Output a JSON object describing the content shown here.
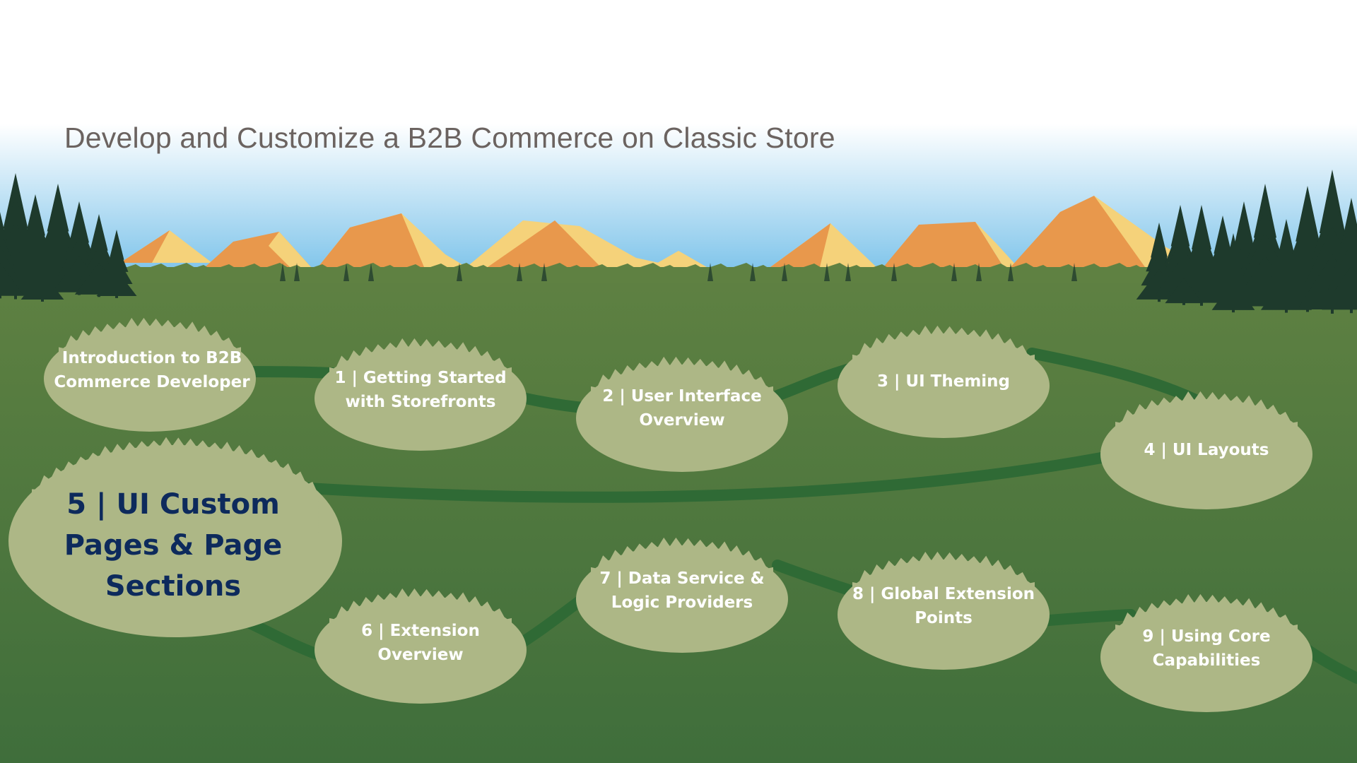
{
  "title": "Develop and Customize a B2B Commerce on Classic Store",
  "colors": {
    "sky_top": "#ffffff",
    "sky_bottom": "#7cc3ea",
    "mountain_light": "#f5d27a",
    "mountain_dark": "#e8984c",
    "grass_top": "#5f8142",
    "grass_bottom": "#3f6e3b",
    "path": "#2f6a35",
    "node_fill": "#adb786",
    "tree": "#1e3a2c",
    "label_text": "#ffffff",
    "featured_text": "#0d2a5c"
  },
  "nodes": [
    {
      "id": "intro",
      "label": "Introduction to B2B\nCommerce Developer",
      "featured": false
    },
    {
      "id": "m1",
      "label": "1 | Getting Started\nwith Storefronts",
      "featured": false
    },
    {
      "id": "m2",
      "label": "2 | User Interface\nOverview",
      "featured": false
    },
    {
      "id": "m3",
      "label": "3 | UI Theming",
      "featured": false
    },
    {
      "id": "m4",
      "label": "4 | UI Layouts",
      "featured": false
    },
    {
      "id": "m5",
      "label": "5 | UI Custom\nPages & Page\nSections",
      "featured": true
    },
    {
      "id": "m6",
      "label": "6 | Extension\nOverview",
      "featured": false
    },
    {
      "id": "m7",
      "label": "7 | Data Service &\nLogic Providers",
      "featured": false
    },
    {
      "id": "m8",
      "label": "8 | Global Extension\nPoints",
      "featured": false
    },
    {
      "id": "m9",
      "label": "9 | Using Core\nCapabilities",
      "featured": false
    }
  ]
}
